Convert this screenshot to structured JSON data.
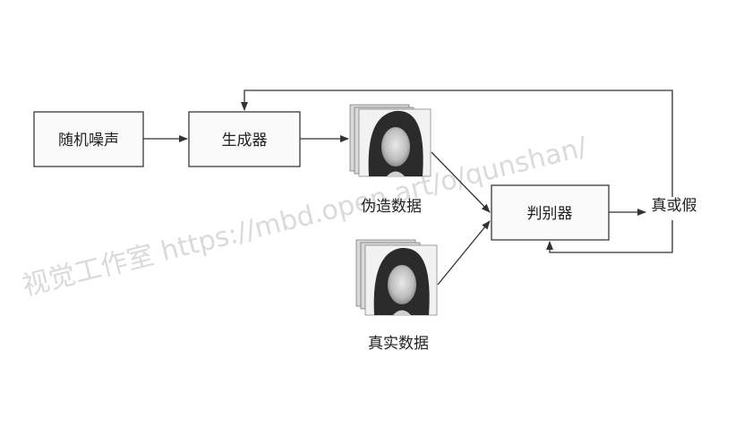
{
  "diagram": {
    "nodes": {
      "noise": "随机噪声",
      "generator": "生成器",
      "fake_data": "伪造数据",
      "real_data": "真实数据",
      "discriminator": "判别器",
      "output": "真或假"
    },
    "watermark": "视觉工作室 https://mbd.open.art/o/qunshan/"
  },
  "colors": {
    "line": "#333333",
    "box_border": "#3a3a3a",
    "watermark": "#bdbdbd"
  },
  "icons": {
    "fake_image": "face-photo-icon",
    "real_image": "face-photo-icon"
  }
}
